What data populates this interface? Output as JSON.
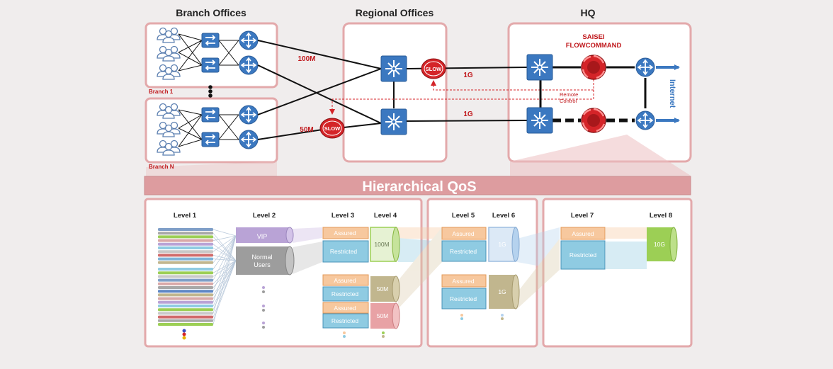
{
  "sections": {
    "branch_title": "Branch Offices",
    "regional_title": "Regional Offices",
    "hq_title": "HQ"
  },
  "branches": {
    "branch1": "Branch 1",
    "branchN": "Branch N"
  },
  "links": {
    "b1_bw": "100M",
    "bN_bw": "50M",
    "wan_top": "1G",
    "wan_bottom": "1G"
  },
  "badges": {
    "slow": "SLOW"
  },
  "saisei": {
    "line1": "SAISEI",
    "line2": "FLOWCOMMAND"
  },
  "remote_control": {
    "line1": "Remote",
    "line2": "Control"
  },
  "internet": "Internet",
  "qos": {
    "banner": "Hierarchical QoS",
    "level1": "Level 1",
    "level2": "Level 2",
    "level3": "Level 3",
    "level4": "Level 4",
    "level5": "Level 5",
    "level6": "Level 6",
    "level7": "Level 7",
    "level8": "Level 8",
    "vip": "VIP",
    "normal1": "Normal",
    "normal2": "Users",
    "assured": "Assured",
    "restricted": "Restricted",
    "l4_100m": "100M",
    "l4_50m_a": "50M",
    "l4_50m_b": "50M",
    "l6_1g_a": "1G",
    "l6_1g_b": "1G",
    "l8_10g": "10G"
  },
  "colors": {
    "panel_border": "#e3a9ab",
    "banner": "#dd9c9f",
    "device_blue": "#3b78c0",
    "slow_red": "#d42428",
    "label_red": "#c0181c",
    "assured": "#f7c89e",
    "restricted": "#8fcbe2",
    "vip": "#b9a3d6",
    "normal": "#9d9d9d",
    "green": "#9ccf55",
    "olive": "#c1b68e",
    "pink": "#e8a2a5",
    "cyl_blue": "#b5d2ee"
  }
}
